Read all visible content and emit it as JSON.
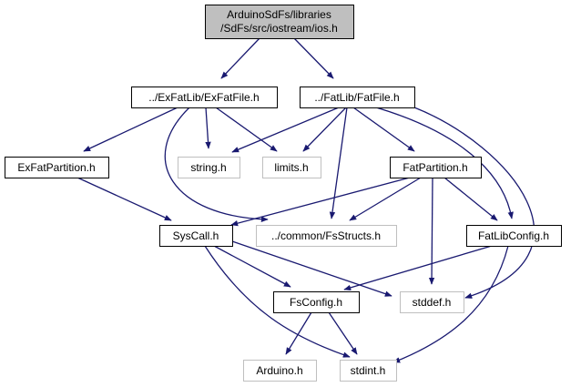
{
  "graph": {
    "colors": {
      "edge": "#191970",
      "node_border": "#000000",
      "node_border_external": "#bfbfbf",
      "root_fill": "#bfbfbf",
      "node_fill": "#ffffff",
      "text": "#000000"
    },
    "nodes": [
      {
        "id": "ios",
        "lines": [
          "ArduinoSdFs/libraries",
          "/SdFs/src/iostream/ios.h"
        ],
        "kind": "root"
      },
      {
        "id": "exfatfile",
        "lines": [
          "../ExFatLib/ExFatFile.h"
        ],
        "kind": "normal"
      },
      {
        "id": "fatfile",
        "lines": [
          "../FatLib/FatFile.h"
        ],
        "kind": "normal"
      },
      {
        "id": "exfatpartition",
        "lines": [
          "ExFatPartition.h"
        ],
        "kind": "normal"
      },
      {
        "id": "string",
        "lines": [
          "string.h"
        ],
        "kind": "external"
      },
      {
        "id": "limits",
        "lines": [
          "limits.h"
        ],
        "kind": "external"
      },
      {
        "id": "fatpartition",
        "lines": [
          "FatPartition.h"
        ],
        "kind": "normal"
      },
      {
        "id": "syscall",
        "lines": [
          "SysCall.h"
        ],
        "kind": "normal"
      },
      {
        "id": "fsstructs",
        "lines": [
          "../common/FsStructs.h"
        ],
        "kind": "external"
      },
      {
        "id": "fatlibconfig",
        "lines": [
          "FatLibConfig.h"
        ],
        "kind": "normal"
      },
      {
        "id": "fsconfig",
        "lines": [
          "FsConfig.h"
        ],
        "kind": "normal"
      },
      {
        "id": "stddef",
        "lines": [
          "stddef.h"
        ],
        "kind": "external"
      },
      {
        "id": "arduino",
        "lines": [
          "Arduino.h"
        ],
        "kind": "external"
      },
      {
        "id": "stdint",
        "lines": [
          "stdint.h"
        ],
        "kind": "external"
      }
    ],
    "edges": [
      {
        "from": "ios",
        "to": "exfatfile"
      },
      {
        "from": "ios",
        "to": "fatfile"
      },
      {
        "from": "exfatfile",
        "to": "exfatpartition"
      },
      {
        "from": "exfatfile",
        "to": "string"
      },
      {
        "from": "exfatfile",
        "to": "limits"
      },
      {
        "from": "exfatfile",
        "to": "fsstructs"
      },
      {
        "from": "fatfile",
        "to": "string"
      },
      {
        "from": "fatfile",
        "to": "limits"
      },
      {
        "from": "fatfile",
        "to": "fatpartition"
      },
      {
        "from": "fatfile",
        "to": "fsstructs"
      },
      {
        "from": "fatfile",
        "to": "fatlibconfig"
      },
      {
        "from": "fatfile",
        "to": "stddef"
      },
      {
        "from": "exfatpartition",
        "to": "syscall"
      },
      {
        "from": "fatpartition",
        "to": "syscall"
      },
      {
        "from": "fatpartition",
        "to": "fsstructs"
      },
      {
        "from": "fatpartition",
        "to": "fatlibconfig"
      },
      {
        "from": "fatpartition",
        "to": "stddef"
      },
      {
        "from": "syscall",
        "to": "fsconfig"
      },
      {
        "from": "syscall",
        "to": "stddef"
      },
      {
        "from": "syscall",
        "to": "stdint"
      },
      {
        "from": "fatlibconfig",
        "to": "fsconfig"
      },
      {
        "from": "fatlibconfig",
        "to": "stdint"
      },
      {
        "from": "fsconfig",
        "to": "arduino"
      },
      {
        "from": "fsconfig",
        "to": "stdint"
      }
    ]
  }
}
